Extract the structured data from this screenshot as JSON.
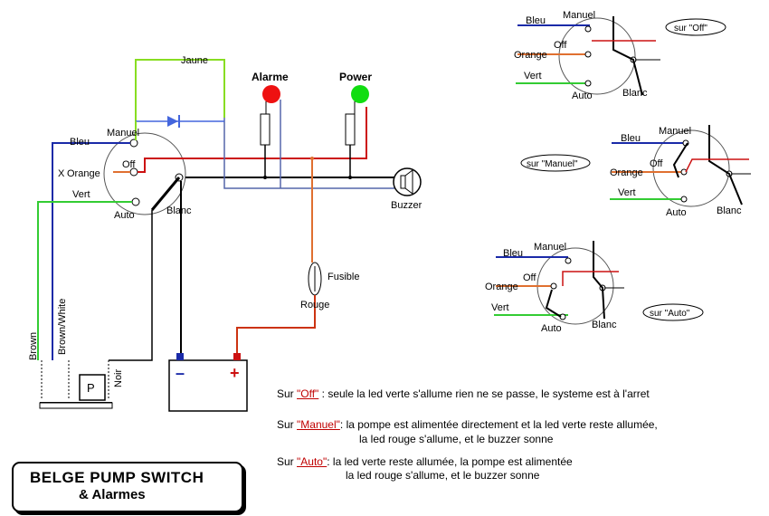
{
  "main_switch": {
    "manuel": "Manuel",
    "bleu": "Bleu",
    "off": "Off",
    "orange": "Orange",
    "vert": "Vert",
    "auto": "Auto",
    "blanc": "Blanc",
    "jaune": "Jaune"
  },
  "components": {
    "alarme": "Alarme",
    "power": "Power",
    "buzzer": "Buzzer",
    "fusible": "Fusible",
    "rouge": "Rouge",
    "battery_minus": "–",
    "battery_plus": "+",
    "pump": "P",
    "brown": "Brown",
    "brown_white": "Brown/White",
    "noir": "Noir"
  },
  "switch_off": {
    "bleu": "Bleu",
    "manuel": "Manuel",
    "off": "Off",
    "orange": "Orange",
    "vert": "Vert",
    "auto": "Auto",
    "blanc": "Blanc",
    "state_label": "sur \"Off\""
  },
  "switch_manuel": {
    "bleu": "Bleu",
    "manuel": "Manuel",
    "off": "Off",
    "orange": "Orange",
    "vert": "Vert",
    "auto": "Auto",
    "blanc": "Blanc",
    "state_label": "sur \"Manuel\""
  },
  "switch_auto": {
    "bleu": "Bleu",
    "manuel": "Manuel",
    "off": "Off",
    "orange": "Orange",
    "vert": "Vert",
    "auto": "Auto",
    "blanc": "Blanc",
    "state_label": "sur \"Auto\""
  },
  "notes": {
    "off_prefix": "Sur ",
    "off_key": "\"Off\"",
    "off_text": " :  seule la led verte s'allume  rien ne se passe, le systeme est à l'arret",
    "manuel_prefix": "Sur ",
    "manuel_key": "\"Manuel\"",
    "manuel_text": ": la pompe est alimentée directement et la led verte reste allumée,",
    "manuel_text2": "la led rouge s'allume, et le buzzer sonne",
    "auto_prefix": "Sur ",
    "auto_key": "\"Auto\"",
    "auto_text": ":  la led verte reste allumée, la pompe est alimentée",
    "auto_text2": "la led rouge s'allume, et le buzzer sonne"
  },
  "title": {
    "line1": "BELGE PUMP SWITCH",
    "line2": "& Alarmes"
  },
  "colors": {
    "blue": "#1a2aa8",
    "orange": "#e07030",
    "green": "#33cc33",
    "red": "#cc1111",
    "black": "#000000",
    "grey": "#555555",
    "led_red": "#ee1111",
    "led_green": "#11dd11"
  }
}
